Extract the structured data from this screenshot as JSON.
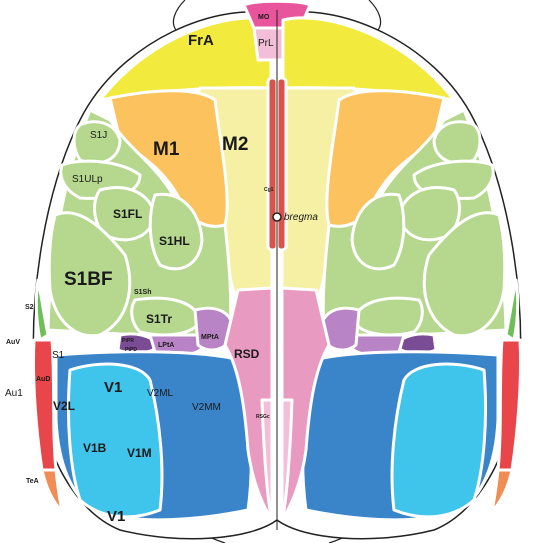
{
  "colors": {
    "frontal": "#f2ea3c",
    "motor_secondary": "#f5f0a4",
    "motor_primary": "#fbc25e",
    "somatosensory": "#b5d78e",
    "secondary_somatosensory": "#6fbf58",
    "auditory": "#e8464a",
    "temporal": "#f08c54",
    "visual_primary": "#3fc4ec",
    "visual_secondary": "#3a84c9",
    "retrosplenial": "#e89ac0",
    "orbital": "#e8559c",
    "prelimbic": "#f3bfd8",
    "cingulate": "#d9534a",
    "parietal": "#b984c5",
    "parietal_dark": "#7b4c96"
  },
  "labels": {
    "mo": "MO",
    "prl": "PrL",
    "fra": "FrA",
    "m1": "M1",
    "m2": "M2",
    "s1j": "S1J",
    "s1ulp": "S1ULp",
    "s1fl": "S1FL",
    "s1hl": "S1HL",
    "s1bf": "S1BF",
    "s1sh": "S1Sh",
    "s1tr": "S1Tr",
    "s2": "S2",
    "s1": "S1",
    "auv": "AuV",
    "au1": "Au1",
    "aud": "AuD",
    "tea": "TeA",
    "ptpr": "PtPR",
    "ptpd": "PtPD",
    "lpta": "LPtA",
    "mpta": "MPtA",
    "rsd": "RSD",
    "rsgc": "RSGc",
    "cg1": "Cg1",
    "bregma": "bregma",
    "v1_top": "V1",
    "v1_bottom": "V1",
    "v1b": "V1B",
    "v1m": "V1M",
    "v2l": "V2L",
    "v2ml": "V2ML",
    "v2mm": "V2MM"
  }
}
